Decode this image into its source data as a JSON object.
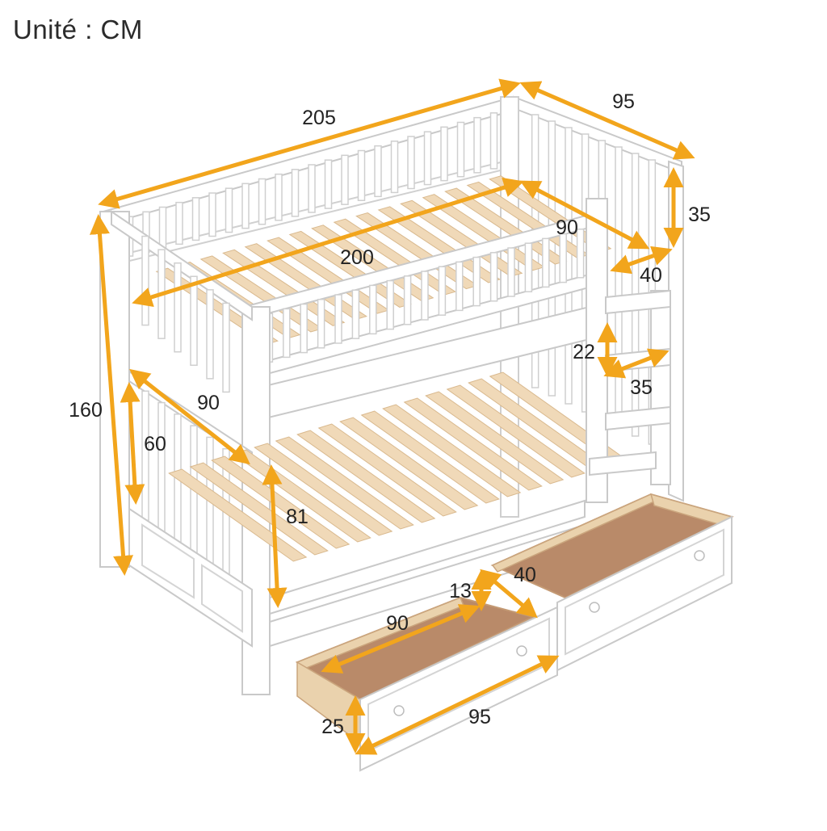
{
  "unit_label": "Unité : CM",
  "colors": {
    "frame": "#ffffff",
    "frame_stroke": "#c9c9c9",
    "slat": "#f0d9b8",
    "slat_stroke": "#d9b98e",
    "drawer_wood": "#ead2ad",
    "drawer_floor": "#b98a69",
    "arrow": "#f2a51c"
  },
  "dimensions": {
    "overall_length": "205",
    "overall_width": "95",
    "overall_height": "160",
    "top_rail_height": "35",
    "mattress_length": "200",
    "mattress_width": "90",
    "ladder_opening_width": "40",
    "ladder_step_spacing": "22",
    "ladder_step_depth": "35",
    "lower_end_width": "90",
    "lower_end_height": "60",
    "bed_clearance": "81",
    "drawer_inner_width": "90",
    "drawer_inner_height": "13",
    "drawer_depth": "40",
    "drawer_height": "25",
    "drawer_length": "95"
  }
}
